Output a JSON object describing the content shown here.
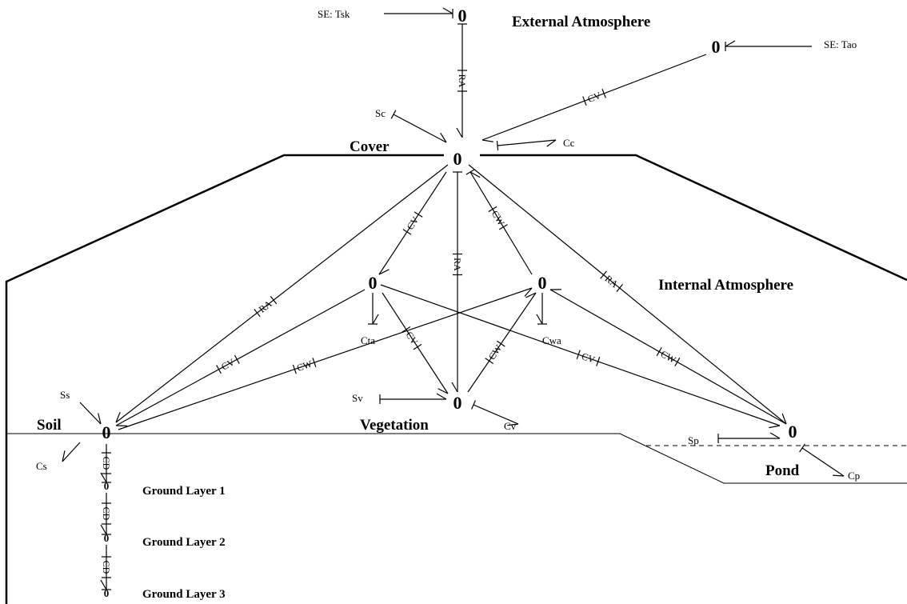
{
  "regions": {
    "external": "External Atmosphere",
    "cover": "Cover",
    "internal": "Internal Atmosphere",
    "soil": "Soil",
    "vegetation": "Vegetation",
    "pond": "Pond",
    "ground1": "Ground Layer 1",
    "ground2": "Ground Layer 2",
    "ground3": "Ground Layer 3"
  },
  "junction": "0",
  "sources": {
    "se_tsk": "SE: Tsk",
    "se_tao": "SE: Tao",
    "sc": "Sc",
    "ss": "Ss",
    "sv": "Sv",
    "sp": "Sp"
  },
  "capacitors": {
    "cc": "Cc",
    "cta": "Cta",
    "cwa": "Cwa",
    "cs": "Cs",
    "cv": "Cv",
    "cp": "Cp"
  },
  "elements": {
    "ra": "RA",
    "cv": "CV",
    "cw": "CW",
    "cd": "CD"
  }
}
